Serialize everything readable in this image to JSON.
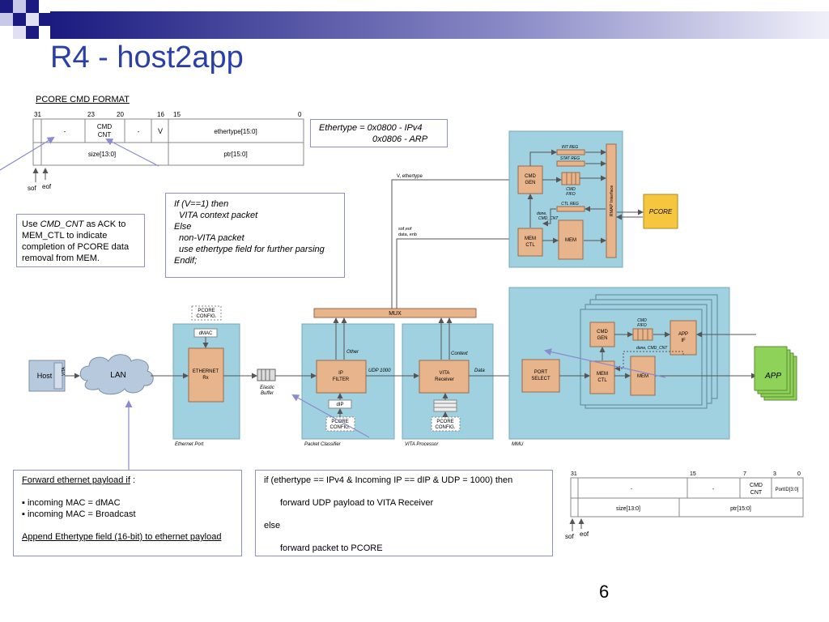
{
  "slide": {
    "title": "R4 - host2app",
    "page_number": "6"
  },
  "colors": {
    "title": "#2b3fa8",
    "block_fill": "#e8b48c",
    "region_fill": "#9fd1e1",
    "pcore_fill": "#f6c73e",
    "app_fill": "#8fd25a",
    "host_fill": "#b7c9dd",
    "note_border": "#9090d0"
  },
  "pcore_cmd_format": {
    "label": "PCORE CMD FORMAT",
    "bit_labels": [
      "31",
      "23",
      "20",
      "16",
      "15",
      "0"
    ],
    "row1": [
      "-",
      "CMD",
      "CNT",
      "-",
      "V",
      "ethertype[15:0]"
    ],
    "row2": [
      "size[13:0]",
      "ptr[15:0]"
    ],
    "markers": [
      "sof",
      "eof"
    ]
  },
  "ethertype_note": {
    "line1": "Ethertype = 0x0800  - IPv4",
    "line2": "0x0806 - ARP"
  },
  "if_note": {
    "lines": [
      "If (V==1) then",
      "VITA context packet",
      "Else",
      "non-VITA packet",
      "use ethertype field for further parsing",
      "Endif;"
    ]
  },
  "cmd_cnt_note": {
    "prefix": "Use ",
    "term": "CMD_CNT",
    "rest": " as ACK to MEM_CTL to indicate completion of PCORE data removal from MEM."
  },
  "forward_note": {
    "heading": "Forward ethernet payload if",
    "colon": " :",
    "items": [
      "▪ incoming MAC = dMAC",
      "▪ incoming MAC = Broadcast"
    ],
    "footer": "Append Ethertype field (16-bit) to ethernet payload"
  },
  "classifier_note": {
    "line1": "if (ethertype == IPv4 & Incoming IP == dIP & UDP = 1000) then",
    "line2": "forward UDP payload to VITA Receiver",
    "line3": "else",
    "line4": "forward packet to PCORE"
  },
  "app_cmd_format": {
    "bit_labels": [
      "31",
      "15",
      "7",
      "3",
      "0"
    ],
    "row1": [
      "-",
      "-",
      "CMD",
      "CNT",
      "PortID[3:0]"
    ],
    "row2": [
      "size[13:0]",
      "ptr[15:0]"
    ],
    "markers": [
      "sof",
      "eof"
    ]
  },
  "diagram": {
    "host": "Host",
    "vita_tag": "VITA",
    "lan": "LAN",
    "pcore_config": [
      "PCORE",
      "CONFIG."
    ],
    "dmac": "dMAC",
    "ethernet_rx": [
      "ETHERNET",
      "Rx"
    ],
    "ethernet_port": "Ethernet Port",
    "elastic_buffer": [
      "Elastic",
      "Buffer"
    ],
    "mux": "MUX",
    "ip_filter": [
      "IP",
      "FILTER"
    ],
    "other": "Other",
    "udp": "UDP 1000",
    "dip": "dIP",
    "packet_classifier": "Packet Classifier",
    "vita_receiver": [
      "VITA",
      "Receiver"
    ],
    "context": "Context",
    "data": "Data",
    "vita_processor": "VITA Processor",
    "v_ethertype": "V, ethertype",
    "sof_eof": [
      "sof,eof",
      "data, enb"
    ],
    "cmd_gen": [
      "CMD",
      "GEN"
    ],
    "int_reg": "INT REG",
    "stat_reg": "STAT REG",
    "cmd_fifo": [
      "CMD",
      "FIFO"
    ],
    "ctl_reg": "CTL REG",
    "done_cmd_cnt": [
      "done,",
      "CMD_CNT"
    ],
    "mem_ctl": [
      "MEM",
      "CTL"
    ],
    "mem": "MEM",
    "rmap": "RMAP Interface",
    "pcore": "PCORE",
    "port_select": [
      "PORT",
      "SELECT"
    ],
    "app_if": [
      "APP",
      "IF"
    ],
    "done_cmd_cnt_2": "done, CMD_CNT",
    "mmu": "MMU",
    "app": "APP"
  }
}
